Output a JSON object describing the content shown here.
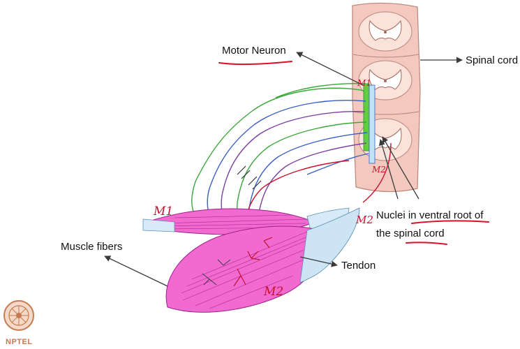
{
  "labels": {
    "motor_neuron": "Motor Neuron",
    "spinal_cord": "Spinal cord",
    "nuclei_line1": "Nuclei in ventral root of",
    "nuclei_line2": "the spinal cord",
    "muscle_fibers": "Muscle fibers",
    "tendon": "Tendon"
  },
  "handwritten": {
    "m1_upper": "M1",
    "m2_upper": "M2",
    "m1_muscle": "M1",
    "m2_muscle": "M2",
    "m2_right": "M2"
  },
  "logo": {
    "text": "NPTEL"
  },
  "colors": {
    "spinal_cord": "#f3c9bf",
    "grey_matter": "#ffffff",
    "muscle_pink": "#e455c4",
    "tendon_blue": "#a9cde8",
    "nerve_green": "#3aa63a",
    "nerve_blue": "#3b5fc4",
    "nerve_purple": "#7b3fa0",
    "nerve_red": "#c8102e",
    "underline_red": "#d8102a",
    "arrow": "#3a3a3a"
  }
}
